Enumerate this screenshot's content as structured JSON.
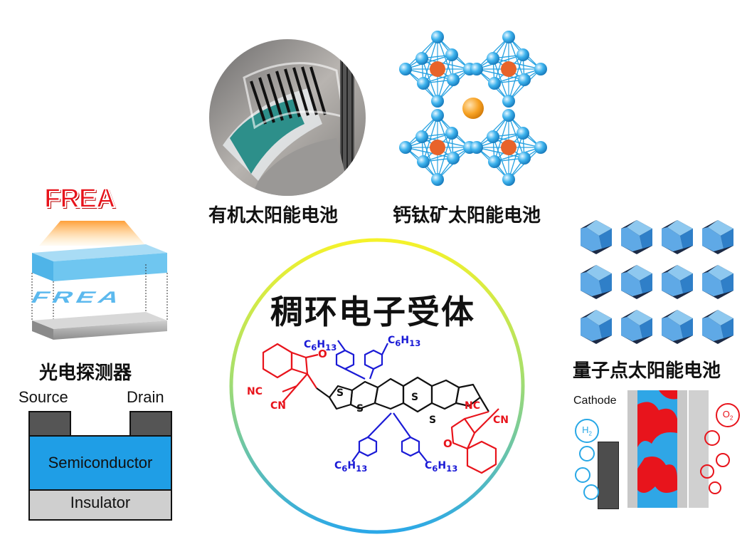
{
  "labels": {
    "organic_solar": "有机太阳能电池",
    "perovskite_solar": "钙钛矿太阳能电池",
    "photodetector": "光电探测器",
    "quantum_dot_solar": "量子点太阳能电池",
    "center_title": "稠环电子受体",
    "frea_badge": "FREA",
    "frea_film": "FREA"
  },
  "transistor": {
    "source": "Source",
    "drain": "Drain",
    "semiconductor": "Semiconductor",
    "insulator": "Insulator"
  },
  "fuel_cell": {
    "cathode": "Cathode",
    "h2": "H",
    "h2_sub": "2",
    "o2": "O",
    "o2_sub": "2"
  },
  "molecule": {
    "c6h13": "C",
    "c6h13_sub6": "6",
    "c6h13_h": "H",
    "c6h13_sub13": "13",
    "s": "S",
    "o": "O",
    "nc": "NC",
    "cn": "CN"
  },
  "colors": {
    "red": "#e8141c",
    "blue": "#1a1ad6",
    "sky": "#29a8e6",
    "ring_start": "#f5f22a",
    "ring_end": "#2ba8e8"
  }
}
